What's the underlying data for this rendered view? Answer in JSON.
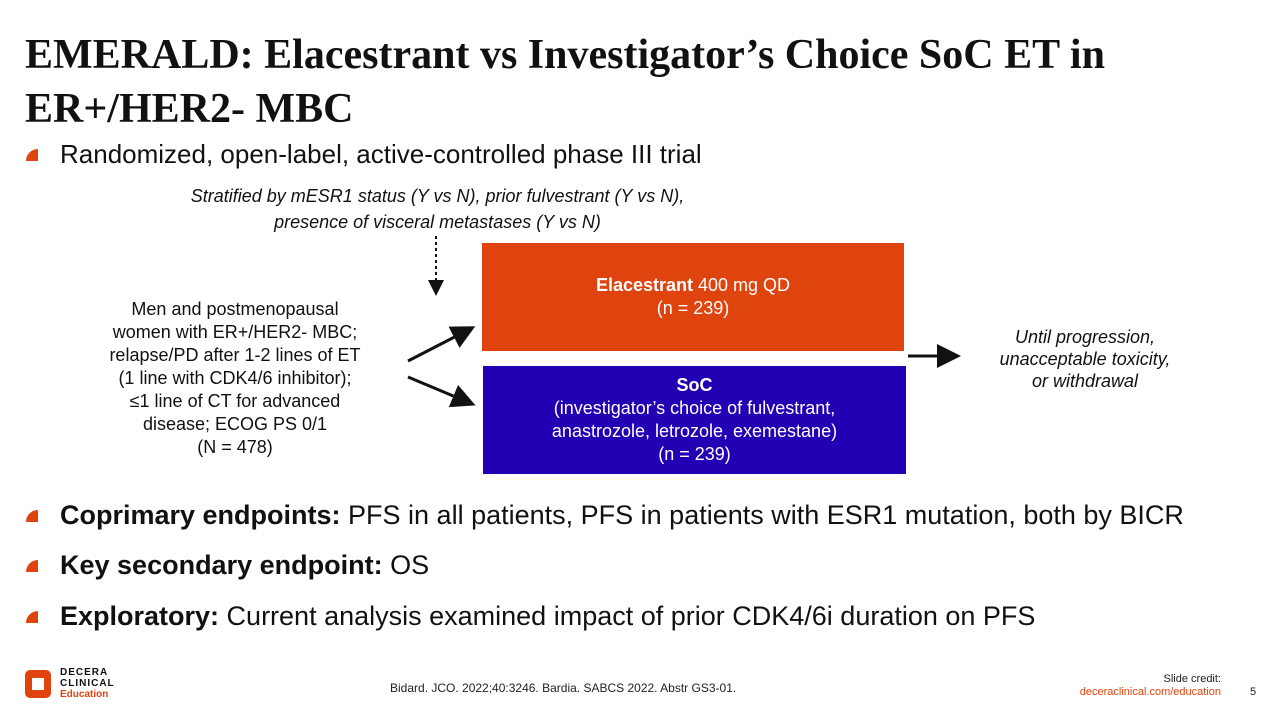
{
  "title": "EMERALD: Elacestrant vs Investigator’s Choice SoC ET in ER+/HER2- MBC",
  "bullet_top": "Randomized, open-label, active-controlled phase III trial",
  "stratification": {
    "line1": "Stratified by mESR1 status (Y vs N), prior fulvestrant (Y vs N),",
    "line2": "presence of visceral metastases (Y vs N)"
  },
  "population": {
    "lines": [
      "Men and postmenopausal",
      "women with ER+/HER2- MBC;",
      "relapse/PD after 1-2 lines of ET",
      "(1 line with CDK4/6 inhibitor);",
      "≤1 line of CT for advanced",
      "disease; ECOG PS 0/1",
      "(N = 478)"
    ]
  },
  "arm1": {
    "drug": "Elacestrant",
    "dose": " 400 mg QD",
    "n": "(n = 239)"
  },
  "arm2": {
    "name": "SoC",
    "line1": "(investigator’s choice of fulvestrant,",
    "line2": "anastrozole, letrozole, exemestane)",
    "n": "(n = 239)"
  },
  "until": {
    "line1": "Until progression,",
    "line2": "unacceptable toxicity,",
    "line3": "or withdrawal"
  },
  "endpoints": [
    {
      "label": "Coprimary endpoints:",
      "text": " PFS in all patients, PFS in patients with ESR1 mutation, both by BICR"
    },
    {
      "label": "Key secondary endpoint:",
      "text": " OS"
    },
    {
      "label": "Exploratory:",
      "text": " Current analysis examined impact of prior CDK4/6i duration on PFS"
    }
  ],
  "footer": {
    "logo": {
      "line1": "DECERA",
      "line2": "CLINICAL",
      "line3": "Education"
    },
    "citation": "Bidard. JCO. 2022;40:3246. Bardia. SABCS 2022. Abstr GS3-01.",
    "credit_label": "Slide credit:",
    "credit_url": "deceraclinical.com/education",
    "page": "5"
  },
  "colors": {
    "accent": "#e0440e",
    "soc": "#2200b4"
  }
}
